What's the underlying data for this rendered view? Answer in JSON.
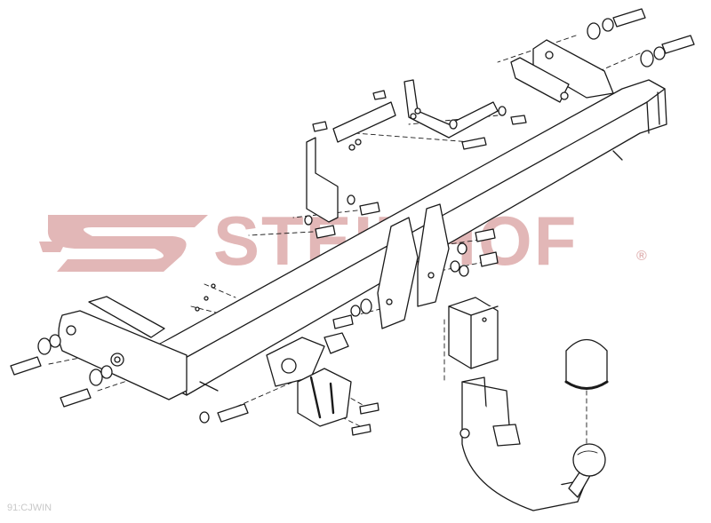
{
  "watermark": {
    "brand": "STEINHOF",
    "registered": "®",
    "color": "#e2b7b7"
  },
  "diagram": {
    "subject": "tow-bar-exploded-view",
    "line_color": "#1a1a1a",
    "fill_color": "#ffffff"
  },
  "corner_mark": "91:CJWIN"
}
